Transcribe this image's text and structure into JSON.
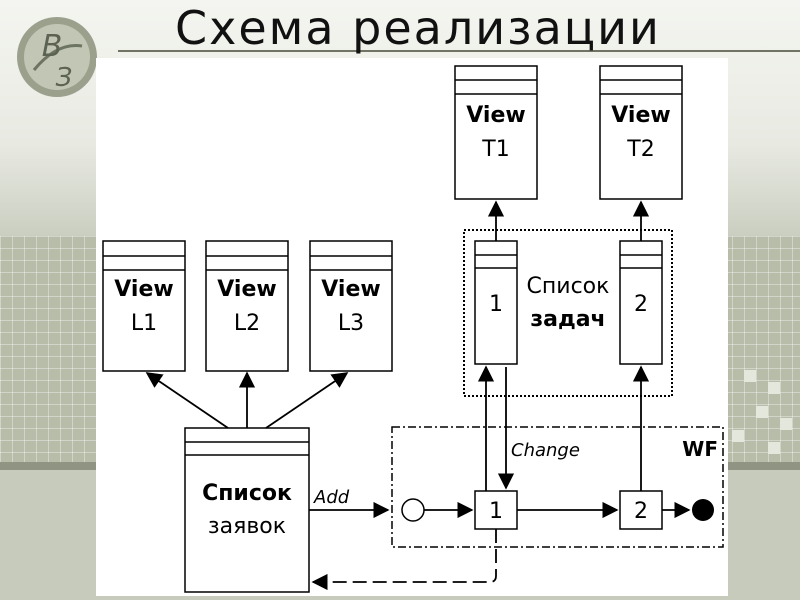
{
  "title": "Схема реализации",
  "logo": {
    "letter_top": "В",
    "letter_bottom": "З"
  },
  "views_top": [
    {
      "bold": "View",
      "label": "T1"
    },
    {
      "bold": "View",
      "label": "T2"
    }
  ],
  "views_left": [
    {
      "bold": "View",
      "label": "L1"
    },
    {
      "bold": "View",
      "label": "L2"
    },
    {
      "bold": "View",
      "label": "L3"
    }
  ],
  "task_list": {
    "line1": "Список",
    "line2": "задач",
    "item1": "1",
    "item2": "2"
  },
  "request_list": {
    "line1": "Список",
    "line2": "заявок"
  },
  "workflow": {
    "label": "WF",
    "step1": "1",
    "step2": "2"
  },
  "edges": {
    "add": "Add",
    "change": "Change"
  }
}
